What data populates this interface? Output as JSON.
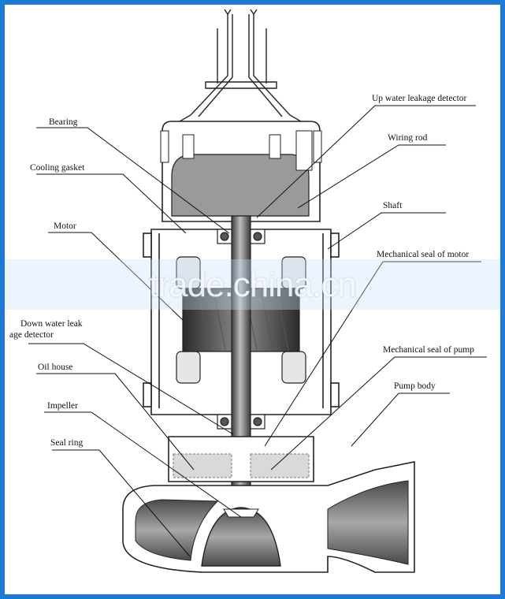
{
  "labels": {
    "bearing": "Bearing",
    "cooling_gasket": "Cooling gasket",
    "motor": "Motor",
    "down_leak_1": "Down water leak",
    "down_leak_2": "age detector",
    "oil_house": "Oil house",
    "impeller": "Impeller",
    "seal_ring": "Seal ring",
    "up_leak": "Up water leakage detector",
    "wiring_rod": "Wiring rod",
    "shaft": "Shaft",
    "mech_seal_motor": "Mechanical seal of motor",
    "mech_seal_pump": "Mechanical seal of pump",
    "pump_body": "Pump body"
  },
  "watermark": "trade.china.cn",
  "colors": {
    "frame": "#1e7ad6",
    "line": "#222222",
    "shade": "#8a8a8a"
  }
}
